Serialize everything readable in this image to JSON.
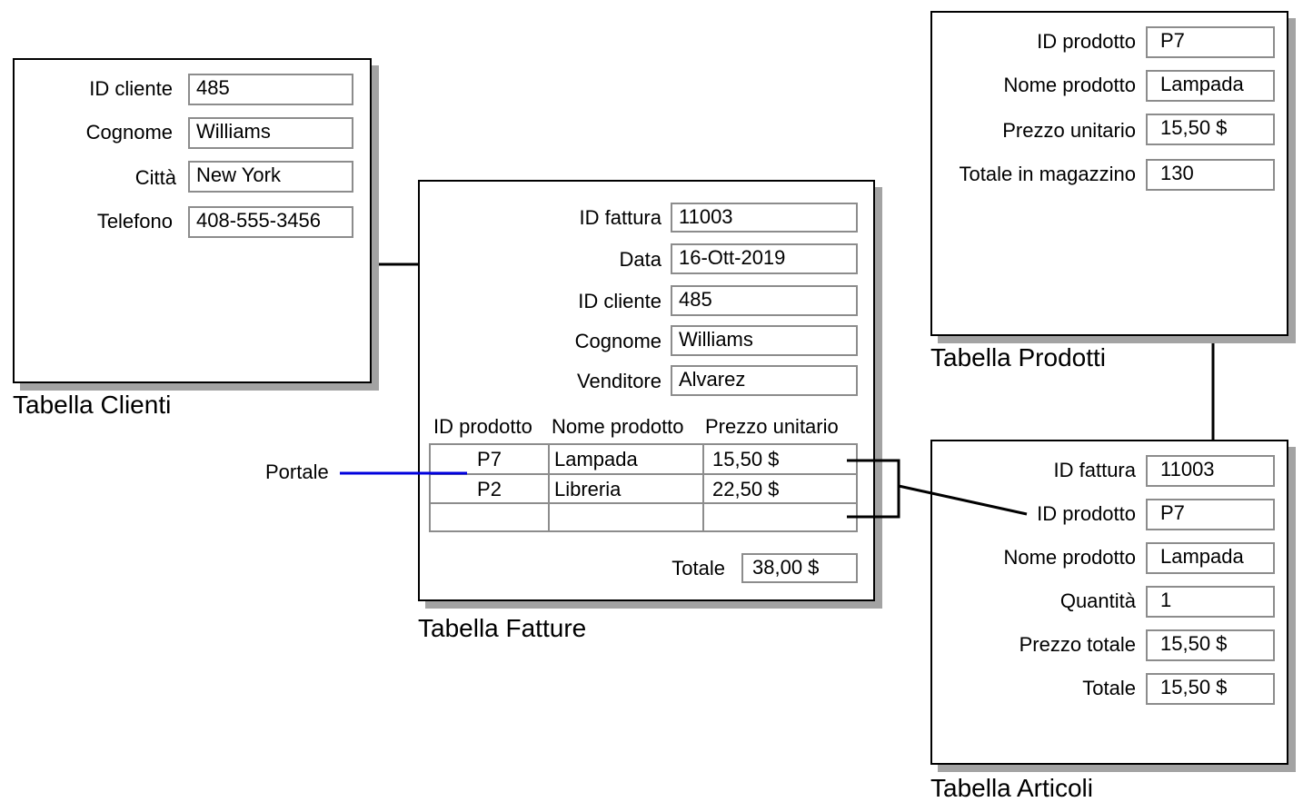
{
  "clienti": {
    "caption": "Tabella Clienti",
    "fields": [
      {
        "label": "ID cliente",
        "value": "485"
      },
      {
        "label": "Cognome",
        "value": "Williams"
      },
      {
        "label": "Città",
        "value": "New York"
      },
      {
        "label": "Telefono",
        "value": "408-555-3456"
      }
    ]
  },
  "fatture": {
    "caption": "Tabella Fatture",
    "fields": [
      {
        "label": "ID fattura",
        "value": "11003"
      },
      {
        "label": "Data",
        "value": "16-Ott-2019"
      },
      {
        "label": "ID cliente",
        "value": "485"
      },
      {
        "label": "Cognome",
        "value": "Williams"
      },
      {
        "label": "Venditore",
        "value": "Alvarez"
      }
    ],
    "portal": {
      "headers": [
        "ID prodotto",
        "Nome prodotto",
        "Prezzo unitario"
      ],
      "rows": [
        [
          "P7",
          "Lampada",
          "15,50 $"
        ],
        [
          "P2",
          "Libreria",
          "22,50 $"
        ],
        [
          "",
          "",
          ""
        ]
      ]
    },
    "total": {
      "label": "Totale",
      "value": "38,00 $"
    }
  },
  "prodotti": {
    "caption": "Tabella Prodotti",
    "fields": [
      {
        "label": "ID prodotto",
        "value": "P7"
      },
      {
        "label": "Nome prodotto",
        "value": "Lampada"
      },
      {
        "label": "Prezzo unitario",
        "value": "15,50 $"
      },
      {
        "label": "Totale in magazzino",
        "value": "130"
      }
    ]
  },
  "articoli": {
    "caption": "Tabella Articoli",
    "fields": [
      {
        "label": "ID fattura",
        "value": "11003"
      },
      {
        "label": "ID prodotto",
        "value": "P7"
      },
      {
        "label": "Nome prodotto",
        "value": "Lampada"
      },
      {
        "label": "Quantità",
        "value": "1"
      },
      {
        "label": "Prezzo totale",
        "value": "15,50 $"
      },
      {
        "label": "Totale",
        "value": "15,50 $"
      }
    ]
  },
  "portal_label": "Portale",
  "colors": {
    "portal_line": "#0000dd",
    "shadow": "#a3a3a3",
    "field_border": "#8c8c8c"
  }
}
